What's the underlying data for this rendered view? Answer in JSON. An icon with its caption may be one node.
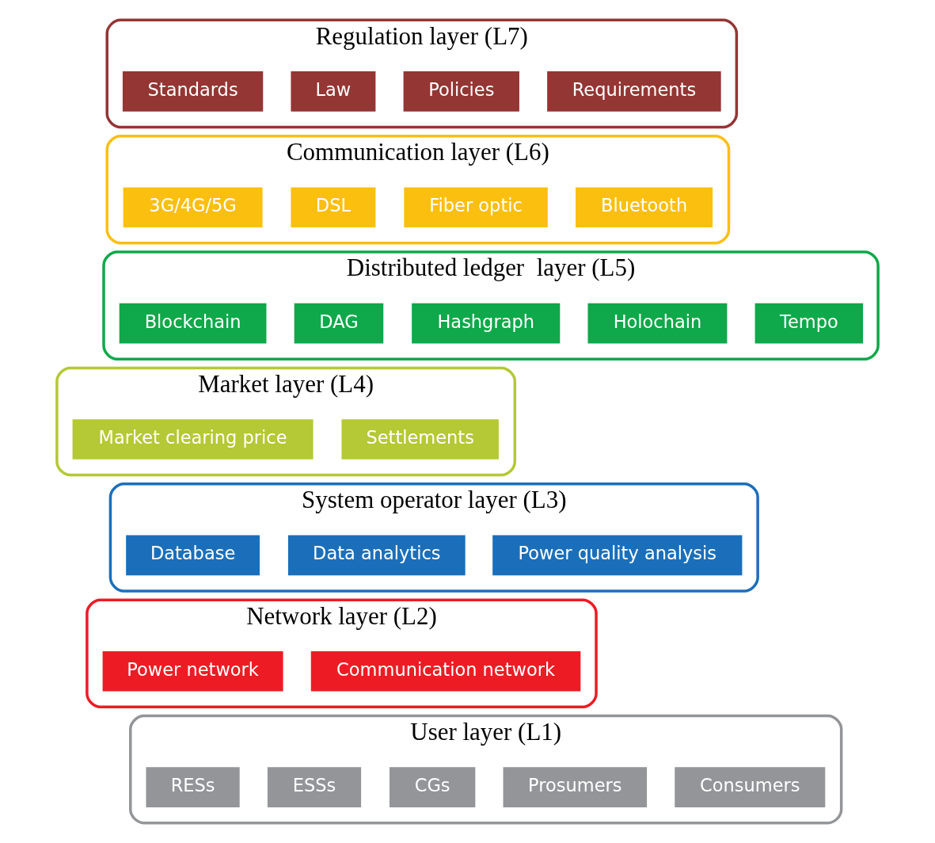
{
  "diagram": {
    "nodes": [
      {
        "text": [
          "Regulation layer (L7)"
        ]
      },
      {
        "text": [
          "Standards"
        ],
        "in": 0
      },
      {
        "text": [
          "Law"
        ],
        "in": 0
      },
      {
        "text": [
          "Policies"
        ],
        "in": 0
      },
      {
        "text": [
          "Requirements"
        ],
        "in": 0
      },
      {
        "text": [
          "Communication layer (L6)"
        ]
      },
      {
        "text": [
          "3G/4G/5G"
        ],
        "in": 5
      },
      {
        "text": [
          "DSL"
        ],
        "in": 5
      },
      {
        "text": [
          "Fiber optic"
        ],
        "in": 5
      },
      {
        "text": [
          "Bluetooth"
        ],
        "in": 5
      },
      {
        "text": [
          "Distributed ledger  layer (L5)"
        ]
      },
      {
        "text": [
          "Blockchain"
        ],
        "in": 10
      },
      {
        "text": [
          "DAG"
        ],
        "in": 10
      },
      {
        "text": [
          "Hashgraph"
        ],
        "in": 10
      },
      {
        "text": [
          "Holochain"
        ],
        "in": 10
      },
      {
        "text": [
          "Tempo"
        ],
        "in": 10
      },
      {
        "text": [
          "Market layer (L4)"
        ]
      },
      {
        "text": [
          "Market clearing price"
        ],
        "in": 16
      },
      {
        "text": [
          "Settlements"
        ],
        "in": 16
      },
      {
        "text": [
          "System operator layer (L3)"
        ]
      },
      {
        "text": [
          "Database"
        ],
        "in": 19
      },
      {
        "text": [
          "Data analytics"
        ],
        "in": 19
      },
      {
        "text": [
          "Power quality analysis"
        ],
        "in": 19
      },
      {
        "text": [
          "Network layer (L2)"
        ]
      },
      {
        "text": [
          "Power network"
        ],
        "in": 23
      },
      {
        "text": [
          "Communication network"
        ],
        "in": 23
      },
      {
        "text": [
          "User layer (L1)"
        ]
      },
      {
        "text": [
          "RESs"
        ],
        "in": 26
      },
      {
        "text": [
          "ESSs"
        ],
        "in": 26
      },
      {
        "text": [
          "CGs"
        ],
        "in": 26
      },
      {
        "text": [
          "Prosumers"
        ],
        "in": 26
      },
      {
        "text": [
          "Consumers"
        ],
        "in": 26
      }
    ],
    "edges": []
  }
}
